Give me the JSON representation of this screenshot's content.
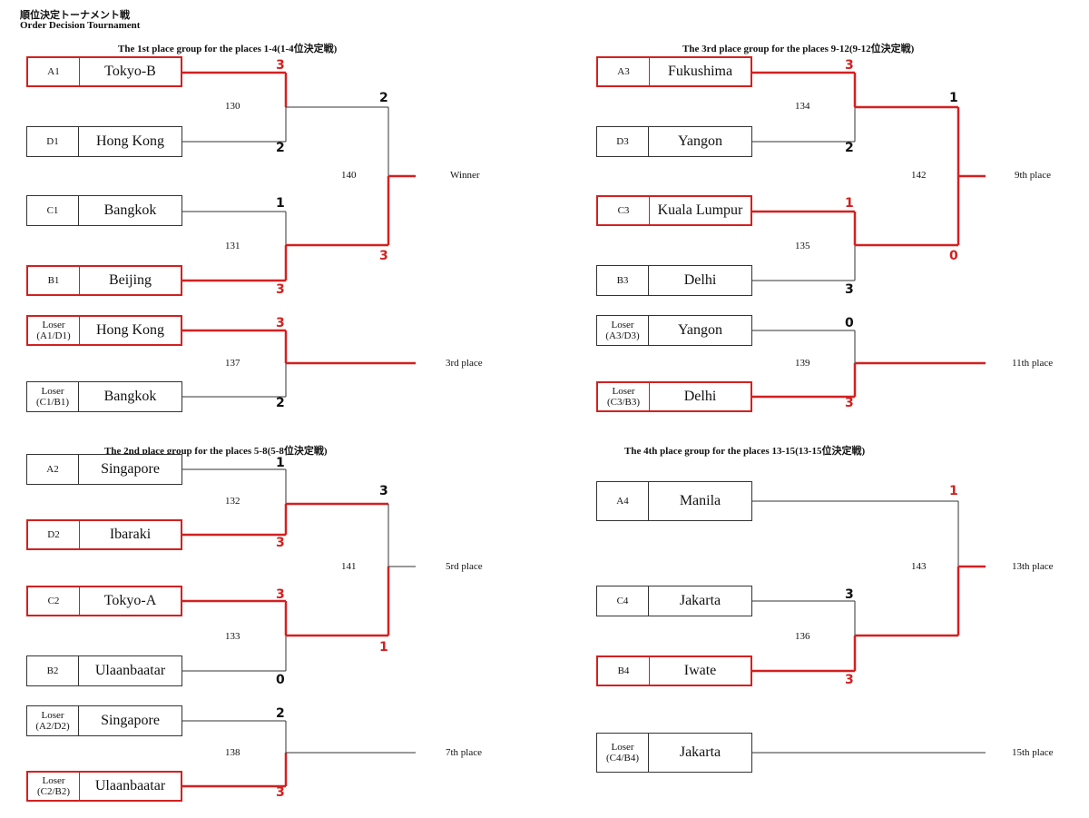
{
  "header": {
    "title_jp": "順位決定トーナメント戦",
    "title_en": "Order Decision Tournament"
  },
  "groups": [
    {
      "title": "The 1st place group for the places 1-4(1-4位決定戦)"
    },
    {
      "title": "The 2nd place group for the places 5-8(5-8位決定戦)"
    },
    {
      "title": "The 3rd place group for the places 9-12(9-12位決定戦)"
    },
    {
      "title": "The 4th place group for the places 13-15(13-15位決定戦)"
    }
  ],
  "entries": [
    {
      "seed": "A1",
      "team": "Tokyo-B",
      "winner": true
    },
    {
      "seed": "D1",
      "team": "Hong Kong",
      "winner": false
    },
    {
      "seed": "C1",
      "team": "Bangkok",
      "winner": false
    },
    {
      "seed": "B1",
      "team": "Beijing",
      "winner": true
    },
    {
      "seed": "Loser\n(A1/D1)",
      "team": "Hong Kong",
      "winner": true
    },
    {
      "seed": "Loser\n(C1/B1)",
      "team": "Bangkok",
      "winner": false
    },
    {
      "seed": "A2",
      "team": "Singapore",
      "winner": false
    },
    {
      "seed": "D2",
      "team": "Ibaraki",
      "winner": true
    },
    {
      "seed": "C2",
      "team": "Tokyo-A",
      "winner": true
    },
    {
      "seed": "B2",
      "team": "Ulaanbaatar",
      "winner": false
    },
    {
      "seed": "Loser\n(A2/D2)",
      "team": "Singapore",
      "winner": false
    },
    {
      "seed": "Loser\n(C2/B2)",
      "team": "Ulaanbaatar",
      "winner": true
    },
    {
      "seed": "A3",
      "team": "Fukushima",
      "winner": true
    },
    {
      "seed": "D3",
      "team": "Yangon",
      "winner": false
    },
    {
      "seed": "C3",
      "team": "Kuala Lumpur",
      "winner": true
    },
    {
      "seed": "B3",
      "team": "Delhi",
      "winner": false
    },
    {
      "seed": "Loser\n(A3/D3)",
      "team": "Yangon",
      "winner": false
    },
    {
      "seed": "Loser\n(C3/B3)",
      "team": "Delhi",
      "winner": true
    },
    {
      "seed": "A4",
      "team": "Manila",
      "winner": false
    },
    {
      "seed": "C4",
      "team": "Jakarta",
      "winner": false
    },
    {
      "seed": "B4",
      "team": "Iwate",
      "winner": true
    },
    {
      "seed": "Loser\n(C4/B4)",
      "team": "Jakarta",
      "winner": false
    }
  ],
  "matches": [
    "130",
    "131",
    "137",
    "132",
    "133",
    "138",
    "140",
    "141",
    "134",
    "135",
    "139",
    "142",
    "136",
    "143"
  ],
  "scores": [
    "3",
    "2",
    "1",
    "3",
    "3",
    "2",
    "1",
    "3",
    "3",
    "0",
    "2",
    "3",
    "2",
    "3",
    "3",
    "1",
    "3",
    "2",
    "1",
    "3",
    "0",
    "3",
    "1",
    "0",
    "3",
    "1",
    "3"
  ],
  "results": [
    "Winner",
    "3rd place",
    "5rd place",
    "7th place",
    "9th place",
    "11th place",
    "13th place",
    "15th place"
  ],
  "colors": {
    "winner_line": "#d42020",
    "line": "#333333"
  }
}
